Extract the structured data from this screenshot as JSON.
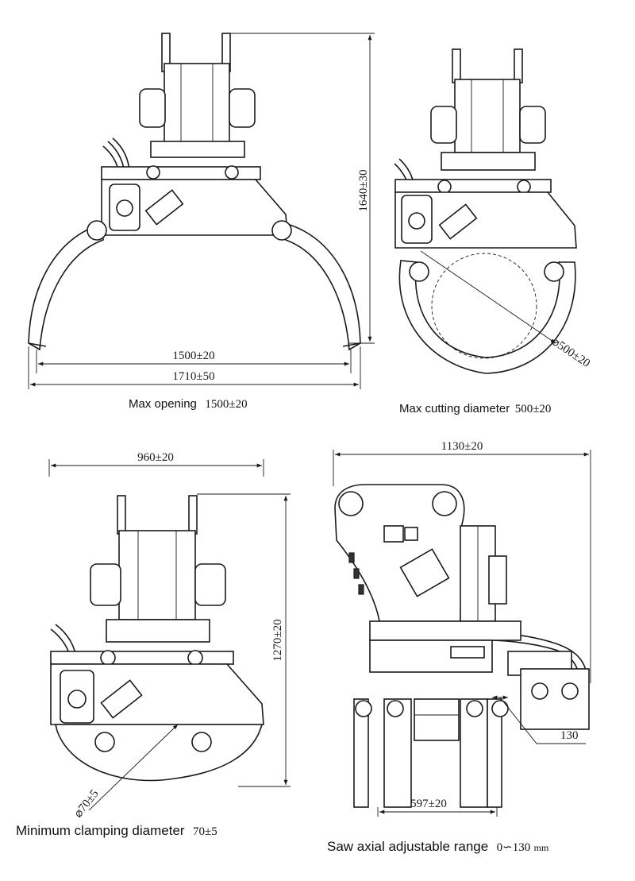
{
  "views": {
    "max_opening": {
      "width_inner": "1500±20",
      "width_outer": "1710±50",
      "height": "1640±30",
      "caption_label": "Max opening",
      "caption_value": "1500±20"
    },
    "max_cutting": {
      "diameter_dim": "⌀500±20",
      "caption_label": "Max cutting diameter",
      "caption_value": "500±20"
    },
    "min_clamping": {
      "width": "960±20",
      "height": "1270±20",
      "diameter_dim": "⌀70±5",
      "caption_label": "Minimum clamping diameter",
      "caption_value": "70±5"
    },
    "saw_axial": {
      "width": "1130±20",
      "bottom_width": "597±20",
      "range_dim": "130",
      "caption_label": "Saw axial adjustable range",
      "caption_value": "0∽130",
      "caption_unit": "mm"
    }
  },
  "colors": {
    "ink": "#1a1a1a",
    "background": "#ffffff"
  }
}
